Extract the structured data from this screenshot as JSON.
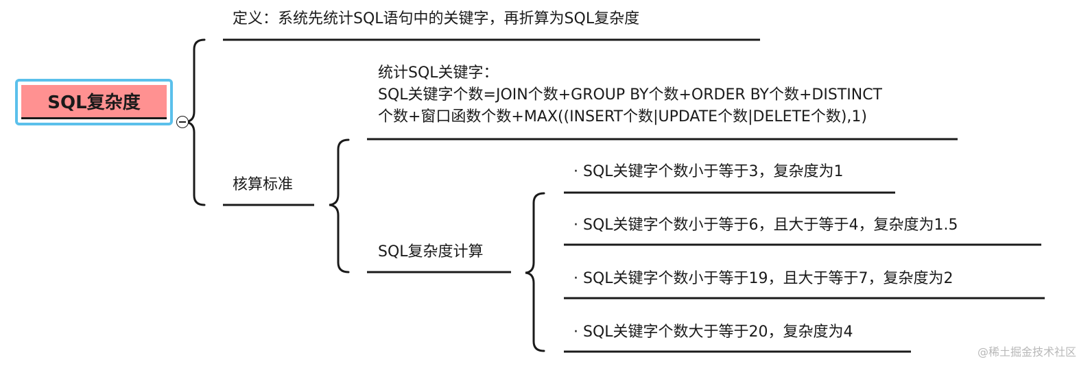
{
  "root": {
    "label": "SQL复杂度"
  },
  "definition": {
    "text": "定义：系统先统计SQL语句中的关键字，再折算为SQL复杂度"
  },
  "standard": {
    "label": "核算标准",
    "keyword_count": {
      "line1": "统计SQL关键字：",
      "line2": "SQL关键字个数=JOIN个数+GROUP BY个数+ORDER BY个数+DISTINCT",
      "line3": "个数+窗口函数个数+MAX((INSERT个数|UPDATE个数|DELETE个数),1)"
    },
    "calculation": {
      "label": "SQL复杂度计算",
      "rules": [
        "· SQL关键字个数小于等于3，复杂度为1",
        "· SQL关键字个数小于等于6，且大于等于4，复杂度为1.5",
        "· SQL关键字个数小于等于19，且大于等于7，复杂度为2",
        "· SQL关键字个数大于等于20，复杂度为4"
      ]
    }
  },
  "watermark": "@稀土掘金技术社区",
  "colors": {
    "root_fill": "#ff9191",
    "root_border": "#5bc0eb",
    "line": "#1a1a1a"
  }
}
